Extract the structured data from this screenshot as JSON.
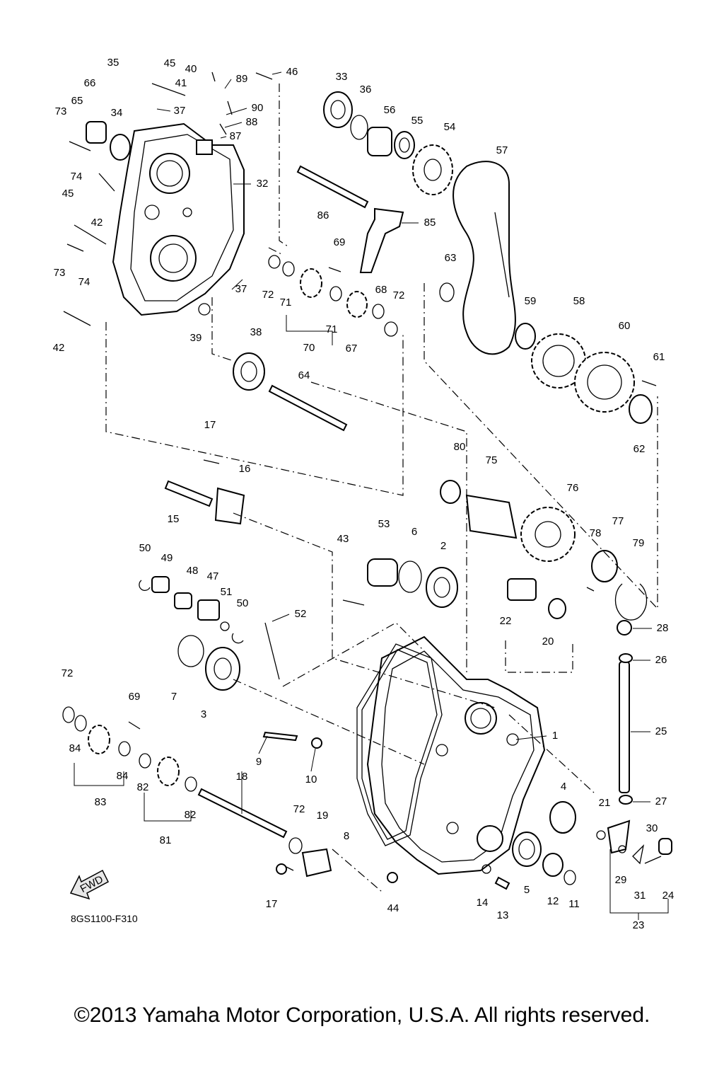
{
  "drawing_code": "8GS1100-F310",
  "fwd_label": "FWD",
  "copyright": "©2013 Yamaha Motor Corporation, U.S.A. All rights reserved.",
  "callouts": {
    "c1": "1",
    "c2": "2",
    "c3": "3",
    "c4": "4",
    "c5": "5",
    "c6": "6",
    "c7": "7",
    "c8": "8",
    "c9": "9",
    "c10": "10",
    "c11": "11",
    "c12": "12",
    "c13": "13",
    "c14": "14",
    "c15": "15",
    "c16": "16",
    "c17a": "17",
    "c17b": "17",
    "c18": "18",
    "c19": "19",
    "c20": "20",
    "c21": "21",
    "c22": "22",
    "c23": "23",
    "c24": "24",
    "c25": "25",
    "c26": "26",
    "c27": "27",
    "c28": "28",
    "c29": "29",
    "c30": "30",
    "c31": "31",
    "c32": "32",
    "c33": "33",
    "c34": "34",
    "c35": "35",
    "c36": "36",
    "c37a": "37",
    "c37b": "37",
    "c38": "38",
    "c39": "39",
    "c40": "40",
    "c41": "41",
    "c42a": "42",
    "c42b": "42",
    "c43": "43",
    "c44": "44",
    "c45a": "45",
    "c45b": "45",
    "c46": "46",
    "c47": "47",
    "c48": "48",
    "c49": "49",
    "c50a": "50",
    "c50b": "50",
    "c51": "51",
    "c52": "52",
    "c53": "53",
    "c54": "54",
    "c55": "55",
    "c56": "56",
    "c57": "57",
    "c58": "58",
    "c59": "59",
    "c60": "60",
    "c61": "61",
    "c62": "62",
    "c63": "63",
    "c64": "64",
    "c65": "65",
    "c66": "66",
    "c67": "67",
    "c68": "68",
    "c69a": "69",
    "c69b": "69",
    "c70": "70",
    "c71a": "71",
    "c71b": "71",
    "c72a": "72",
    "c72b": "72",
    "c72c": "72",
    "c72d": "72",
    "c73a": "73",
    "c73b": "73",
    "c74a": "74",
    "c74b": "74",
    "c75": "75",
    "c76": "76",
    "c77": "77",
    "c78": "78",
    "c79": "79",
    "c80": "80",
    "c81": "81",
    "c82a": "82",
    "c82b": "82",
    "c83": "83",
    "c84a": "84",
    "c84b": "84",
    "c85": "85",
    "c86": "86",
    "c87": "87",
    "c88": "88",
    "c89": "89",
    "c90": "90"
  }
}
